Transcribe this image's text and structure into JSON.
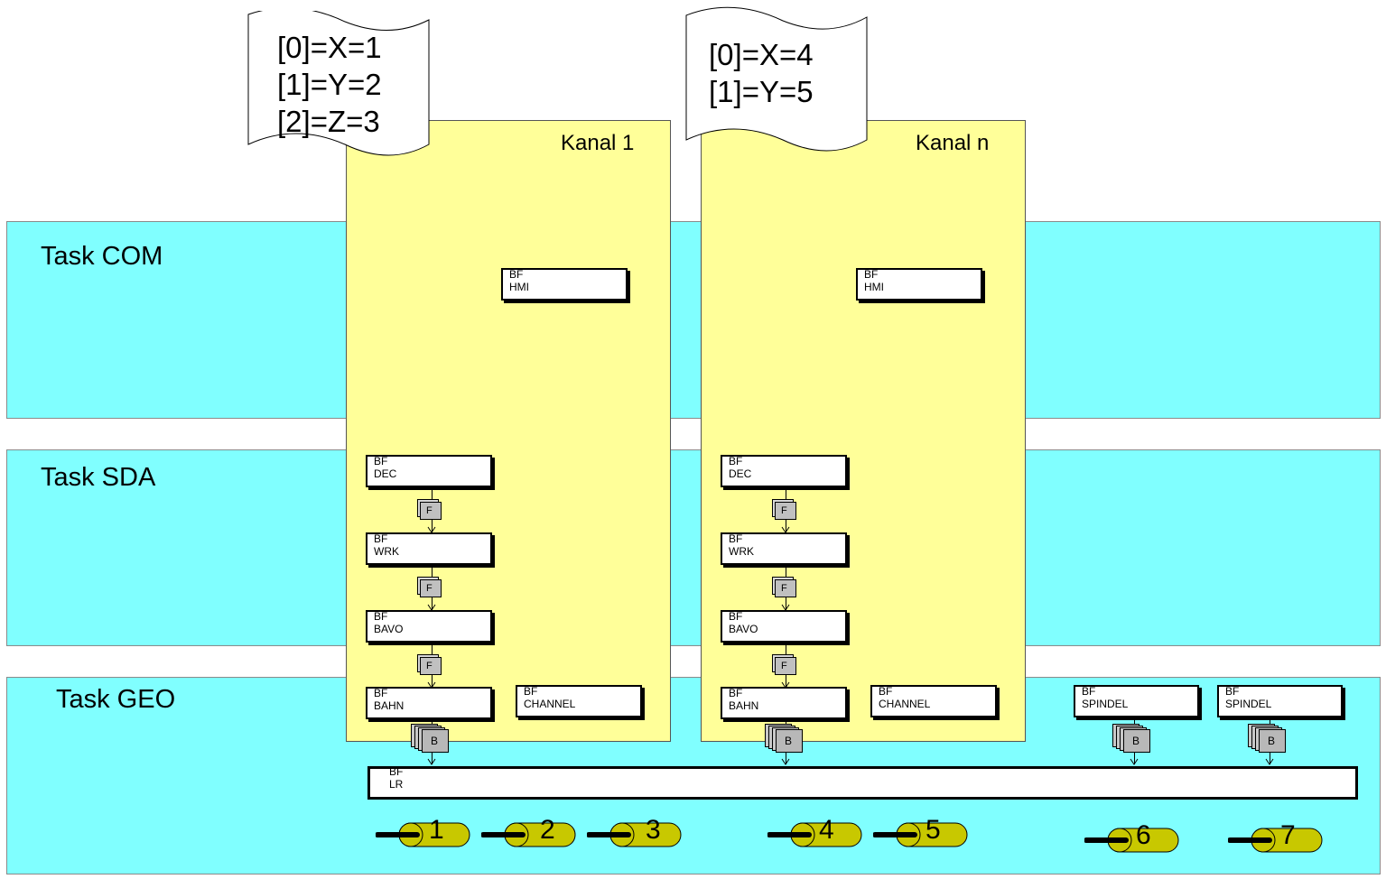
{
  "bands": {
    "com": {
      "label": "Task COM"
    },
    "sda": {
      "label": "Task SDA"
    },
    "geo": {
      "label": "Task GEO"
    }
  },
  "channels": [
    {
      "label": "Kanal 1",
      "note_lines": [
        "[0]=X=1",
        "[1]=Y=2",
        "[2]=Z=3"
      ],
      "hmi": {
        "line1": "BF",
        "line2": "HMI"
      },
      "dec": {
        "line1": "BF",
        "line2": "DEC"
      },
      "wrk": {
        "line1": "BF",
        "line2": "WRK"
      },
      "bavo": {
        "line1": "BF",
        "line2": "BAVO"
      },
      "bahn": {
        "line1": "BF",
        "line2": "BAHN"
      },
      "channel": {
        "line1": "BF",
        "line2": "CHANNEL"
      },
      "fifo_labels": [
        "F",
        "F",
        "F"
      ],
      "buffer_label": "B"
    },
    {
      "label": "Kanal n",
      "note_lines": [
        "[0]=X=4",
        "[1]=Y=5"
      ],
      "hmi": {
        "line1": "BF",
        "line2": "HMI"
      },
      "dec": {
        "line1": "BF",
        "line2": "DEC"
      },
      "wrk": {
        "line1": "BF",
        "line2": "WRK"
      },
      "bavo": {
        "line1": "BF",
        "line2": "BAVO"
      },
      "bahn": {
        "line1": "BF",
        "line2": "BAHN"
      },
      "channel": {
        "line1": "BF",
        "line2": "CHANNEL"
      },
      "fifo_labels": [
        "F",
        "F",
        "F"
      ],
      "buffer_label": "B"
    }
  ],
  "spindles": [
    {
      "line1": "BF",
      "line2": "SPINDEL",
      "buffer_label": "B"
    },
    {
      "line1": "BF",
      "line2": "SPINDEL",
      "buffer_label": "B"
    }
  ],
  "lr": {
    "line1": "BF",
    "line2": "LR"
  },
  "axes": [
    "1",
    "2",
    "3",
    "4",
    "5",
    "6",
    "7"
  ],
  "colors": {
    "task_band": "#80ffff",
    "channel": "#ffff99",
    "axis": "#c8c800"
  }
}
